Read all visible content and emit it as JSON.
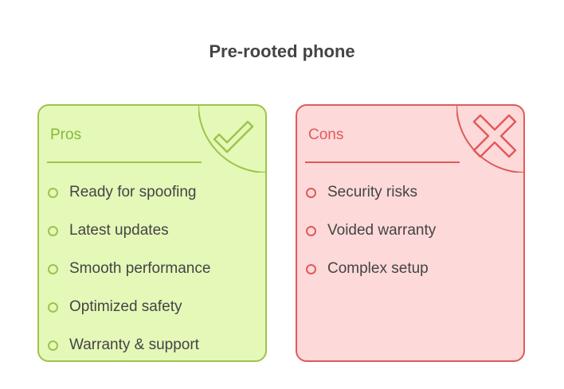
{
  "title": "Pre-rooted phone",
  "pros": {
    "heading": "Pros",
    "icon": "checkmark-icon",
    "color": "#9cc44c",
    "fill": "#e4f8b8",
    "items": [
      "Ready for spoofing",
      "Latest updates",
      "Smooth performance",
      "Optimized safety",
      "Warranty & support"
    ]
  },
  "cons": {
    "heading": "Cons",
    "icon": "cross-icon",
    "color": "#e05a5a",
    "fill": "#fdd9d9",
    "items": [
      "Security risks",
      "Voided warranty",
      "Complex setup"
    ]
  }
}
